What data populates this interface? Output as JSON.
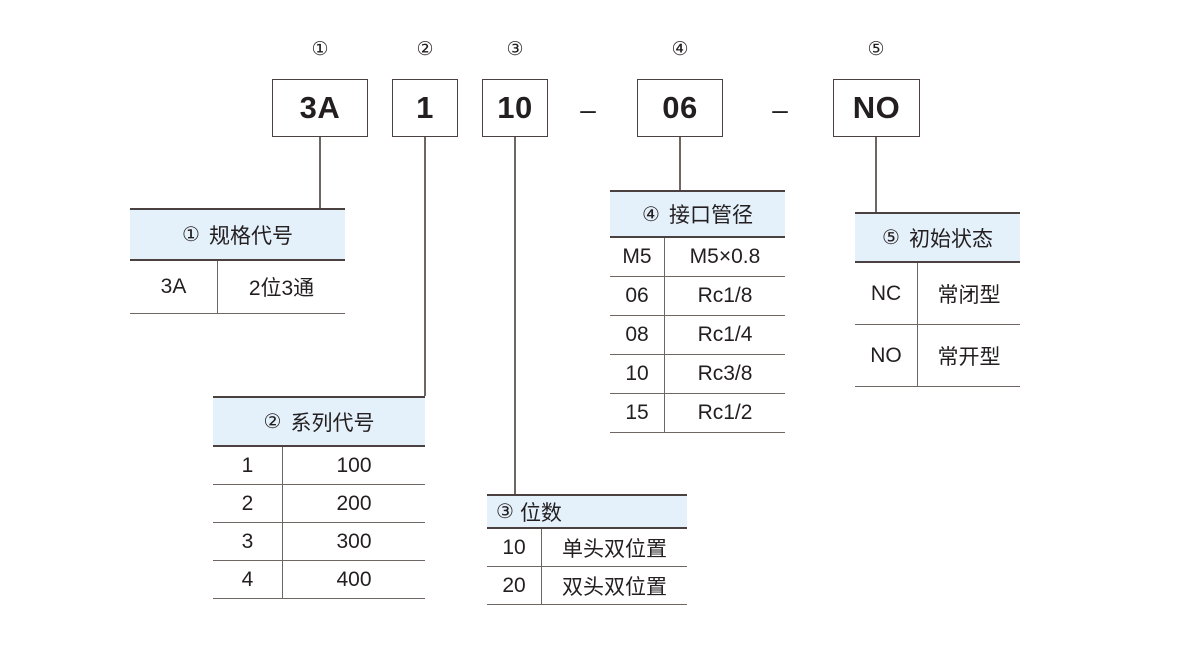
{
  "model_code": {
    "segments": [
      {
        "marker": "①",
        "value": "3A"
      },
      {
        "marker": "②",
        "value": "1"
      },
      {
        "marker": "③",
        "value": "10"
      },
      {
        "marker": "④",
        "value": "06"
      },
      {
        "marker": "⑤",
        "value": "NO"
      }
    ],
    "separators": [
      "–",
      "–"
    ]
  },
  "legends": [
    {
      "num": "①",
      "title": "规格代号",
      "rows": [
        {
          "code": "3A",
          "desc": "2位3通"
        }
      ]
    },
    {
      "num": "②",
      "title": "系列代号",
      "rows": [
        {
          "code": "1",
          "desc": "100"
        },
        {
          "code": "2",
          "desc": "200"
        },
        {
          "code": "3",
          "desc": "300"
        },
        {
          "code": "4",
          "desc": "400"
        }
      ]
    },
    {
      "num": "③",
      "title": "位数",
      "rows": [
        {
          "code": "10",
          "desc": "单头双位置"
        },
        {
          "code": "20",
          "desc": "双头双位置"
        }
      ]
    },
    {
      "num": "④",
      "title": "接口管径",
      "rows": [
        {
          "code": "M5",
          "desc": "M5×0.8"
        },
        {
          "code": "06",
          "desc": "Rc1/8"
        },
        {
          "code": "08",
          "desc": "Rc1/4"
        },
        {
          "code": "10",
          "desc": "Rc3/8"
        },
        {
          "code": "15",
          "desc": "Rc1/2"
        }
      ]
    },
    {
      "num": "⑤",
      "title": "初始状态",
      "rows": [
        {
          "code": "NC",
          "desc": "常闭型"
        },
        {
          "code": "NO",
          "desc": "常开型"
        }
      ]
    }
  ],
  "colors": {
    "header_fill": "#e4f0fa",
    "line": "#4a4140",
    "text": "#231f20"
  }
}
